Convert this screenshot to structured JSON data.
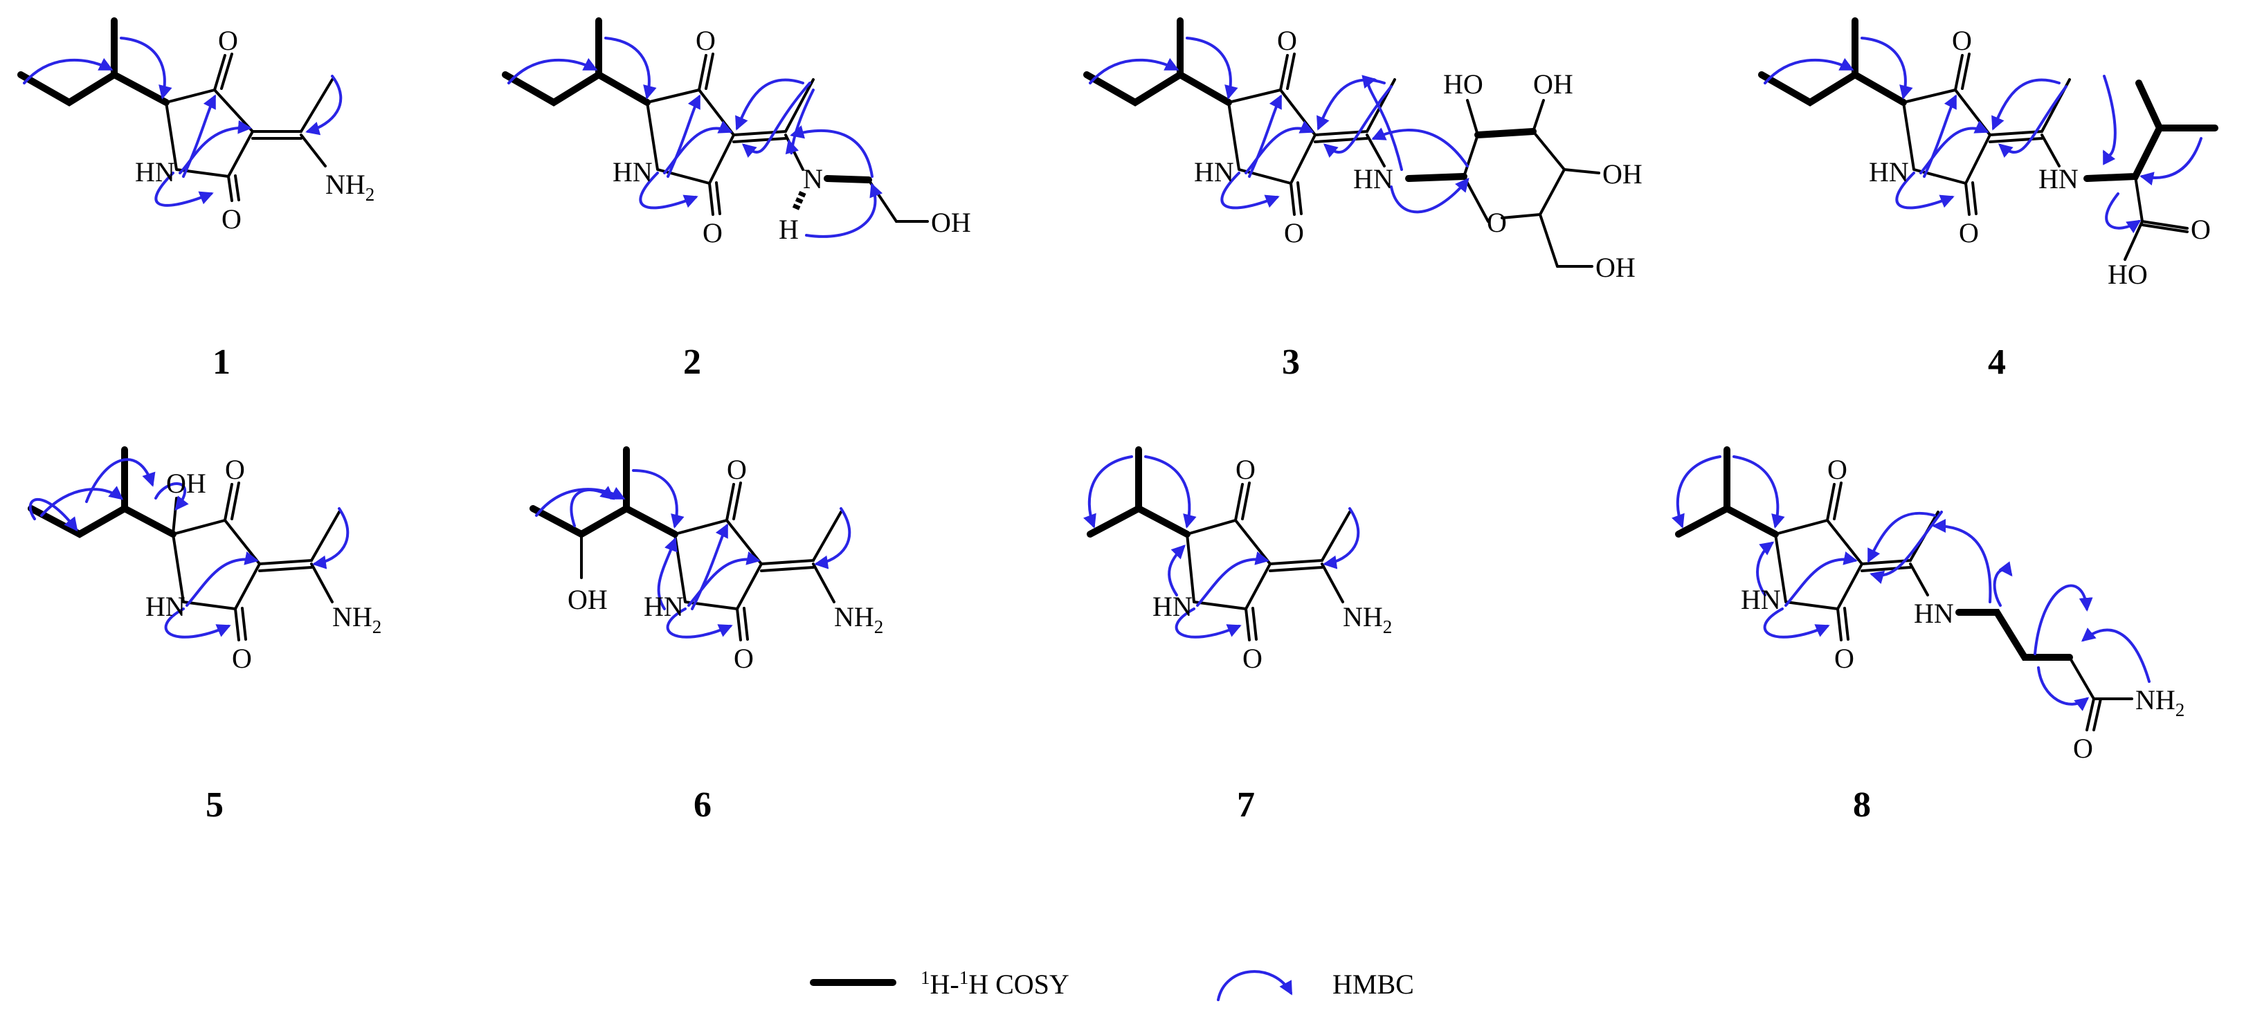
{
  "colors": {
    "bond": "#000000",
    "hmbc_arrow": "#2a25e6",
    "background": "#ffffff"
  },
  "compounds": [
    {
      "number": "1",
      "atoms": {
        "oxo_top": "O",
        "oxo_bottom": "O",
        "ring_nh": "HN",
        "amine": "NH",
        "amine_sub": "2"
      }
    },
    {
      "number": "2",
      "atoms": {
        "oxo_top": "O",
        "oxo_bottom": "O",
        "ring_nh": "HN",
        "chain_n": "N",
        "chain_h": "H",
        "chain_oh": "OH"
      }
    },
    {
      "number": "3",
      "atoms": {
        "oxo_top": "O",
        "oxo_bottom": "O",
        "ring_nh": "HN",
        "chain_nh": "HN",
        "sugar_oh1": "HO",
        "sugar_oh2": "OH",
        "sugar_oh3": "OH",
        "sugar_o": "O",
        "sugar_oh4": "OH"
      }
    },
    {
      "number": "4",
      "atoms": {
        "oxo_top": "O",
        "ring_nh": "HN",
        "chain_nh": "HN",
        "oxo_bottom": "O",
        "acid_o": "O",
        "acid_oh": "HO"
      }
    },
    {
      "number": "5",
      "atoms": {
        "oh": "OH",
        "oxo_top": "O",
        "ring_nh": "HN",
        "oxo_bottom": "O",
        "amine": "NH",
        "amine_sub": "2"
      }
    },
    {
      "number": "6",
      "atoms": {
        "oh": "OH",
        "oxo_top": "O",
        "ring_nh": "HN",
        "oxo_bottom": "O",
        "amine": "NH",
        "amine_sub": "2"
      }
    },
    {
      "number": "7",
      "atoms": {
        "oxo_top": "O",
        "ring_nh": "HN",
        "oxo_bottom": "O",
        "amine": "NH",
        "amine_sub": "2"
      }
    },
    {
      "number": "8",
      "atoms": {
        "oxo_top": "O",
        "ring_nh": "HN",
        "oxo_bottom": "O",
        "chain_nh": "HN",
        "amide_o": "O",
        "amide_nh": "NH",
        "amide_sub": "2"
      }
    }
  ],
  "legend": {
    "cosy_sup1": "1",
    "cosy_h1": "H-",
    "cosy_sup2": "1",
    "cosy_h2": "H COSY",
    "hmbc_label": "HMBC"
  }
}
